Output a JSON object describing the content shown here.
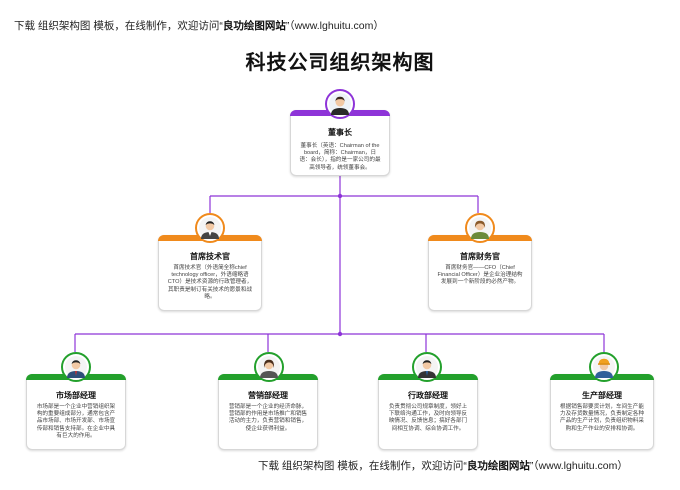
{
  "top_banner": {
    "prefix": "下载 组织架构图 模板，在线制作，欢迎访问“",
    "site_name": "良功绘图网站",
    "suffix": "”（www.lghuitu.com）"
  },
  "title": "科技公司组织架构图",
  "nodes": {
    "chairman": {
      "name": "董事长",
      "desc": "董事长（英语：Chairman of the board，简称：Chairman，日语：会长），指的是一家公司的最高领导者，统领董事会。"
    },
    "cto": {
      "name": "首席技术官",
      "desc": "首席技术官（外语简全称chief technology officer，外语缩略语CTO）是技术资源的行政管理者，其职责是制订有关技术的愿景和战略。"
    },
    "cfo": {
      "name": "首席财务官",
      "desc": "首席财务官——CFO（Chief Financial Officer）是企业治理结构发展到一个新阶段的必然产物。"
    },
    "marketing": {
      "name": "市场部经理",
      "desc": "市场部是一个企业中营销组织架构的重要组成部分，通常包含产品市场部、市场开发部、市场宣传部和销售支持部。在企业中具有巨大的作用。"
    },
    "sales": {
      "name": "营销部经理",
      "desc": "营销部是一个企业的经济命脉，营销部的作用是市场推广和销售活动的主力，负责营销和销售，使企业获得利益。"
    },
    "admin": {
      "name": "行政部经理",
      "desc": "负责贯彻公司规章制度，领好上下联络沟通工作，及时向领导反映情况、反馈信息；搞好各部门间相互协调、综合协调工作。"
    },
    "production": {
      "name": "生产部经理",
      "desc": "根据销售部要货计划，车间生产能力及存货数量情况，负责制定各种产品的生产计划，负责组织物料采购和生产作业的安排和协调。"
    }
  },
  "bottom_banner": {
    "prefix": "下载 组织架构图 模板，在线制作，欢迎访问“",
    "site_name": "良功绘图网站",
    "suffix": "”（www.lghuitu.com）"
  },
  "colors": {
    "purple": "#8e34d8",
    "orange": "#f08a1c",
    "green": "#23a02c"
  }
}
